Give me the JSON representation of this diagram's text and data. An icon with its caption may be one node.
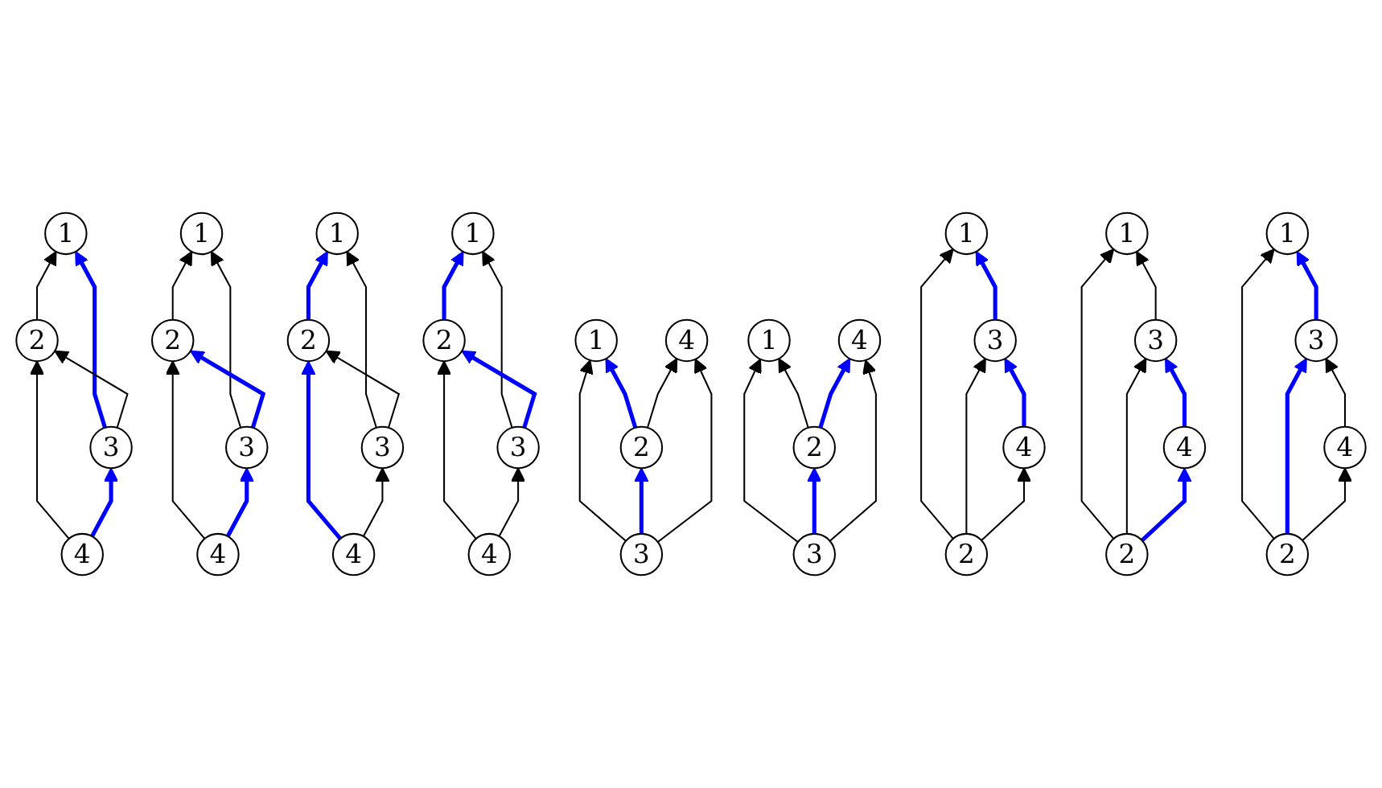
{
  "diagram": {
    "nodes": [
      {
        "text": [
          "1"
        ]
      },
      {
        "text": [
          "2"
        ]
      },
      {
        "text": [
          "3"
        ]
      },
      {
        "text": [
          "4"
        ]
      },
      {
        "text": [
          "1"
        ]
      },
      {
        "text": [
          "2"
        ]
      },
      {
        "text": [
          "3"
        ]
      },
      {
        "text": [
          "4"
        ]
      },
      {
        "text": [
          "1"
        ]
      },
      {
        "text": [
          "2"
        ]
      },
      {
        "text": [
          "3"
        ]
      },
      {
        "text": [
          "4"
        ]
      },
      {
        "text": [
          "1"
        ]
      },
      {
        "text": [
          "2"
        ]
      },
      {
        "text": [
          "3"
        ]
      },
      {
        "text": [
          "4"
        ]
      },
      {
        "text": [
          "1"
        ]
      },
      {
        "text": [
          "2"
        ]
      },
      {
        "text": [
          "3"
        ]
      },
      {
        "text": [
          "4"
        ]
      },
      {
        "text": [
          "1"
        ]
      },
      {
        "text": [
          "2"
        ]
      },
      {
        "text": [
          "3"
        ]
      },
      {
        "text": [
          "4"
        ]
      },
      {
        "text": [
          "1"
        ]
      },
      {
        "text": [
          "2"
        ]
      },
      {
        "text": [
          "3"
        ]
      },
      {
        "text": [
          "4"
        ]
      },
      {
        "text": [
          "1"
        ]
      },
      {
        "text": [
          "2"
        ]
      },
      {
        "text": [
          "3"
        ]
      },
      {
        "text": [
          "4"
        ]
      },
      {
        "text": [
          "1"
        ]
      },
      {
        "text": [
          "2"
        ]
      },
      {
        "text": [
          "3"
        ]
      },
      {
        "text": [
          "4"
        ]
      }
    ],
    "edges": [
      {
        "from": 1,
        "to": 0,
        "arrow": "to"
      },
      {
        "from": 2,
        "to": 0,
        "arrow": "to",
        "style": "thick",
        "color": "#0000ff"
      },
      {
        "from": 2,
        "to": 1,
        "arrow": "to"
      },
      {
        "from": 3,
        "to": 1,
        "arrow": "to"
      },
      {
        "from": 3,
        "to": 2,
        "arrow": "to",
        "style": "thick",
        "color": "#0000ff"
      },
      {
        "from": 5,
        "to": 4,
        "arrow": "to"
      },
      {
        "from": 6,
        "to": 4,
        "arrow": "to"
      },
      {
        "from": 6,
        "to": 5,
        "arrow": "to",
        "style": "thick",
        "color": "#0000ff"
      },
      {
        "from": 7,
        "to": 5,
        "arrow": "to"
      },
      {
        "from": 7,
        "to": 6,
        "arrow": "to",
        "style": "thick",
        "color": "#0000ff"
      },
      {
        "from": 9,
        "to": 8,
        "arrow": "to",
        "style": "thick",
        "color": "#0000ff"
      },
      {
        "from": 10,
        "to": 8,
        "arrow": "to"
      },
      {
        "from": 10,
        "to": 9,
        "arrow": "to"
      },
      {
        "from": 11,
        "to": 9,
        "arrow": "to",
        "style": "thick",
        "color": "#0000ff"
      },
      {
        "from": 11,
        "to": 10,
        "arrow": "to"
      },
      {
        "from": 13,
        "to": 12,
        "arrow": "to",
        "style": "thick",
        "color": "#0000ff"
      },
      {
        "from": 14,
        "to": 12,
        "arrow": "to"
      },
      {
        "from": 14,
        "to": 13,
        "arrow": "to",
        "style": "thick",
        "color": "#0000ff"
      },
      {
        "from": 15,
        "to": 13,
        "arrow": "to"
      },
      {
        "from": 15,
        "to": 14,
        "arrow": "to"
      },
      {
        "from": 17,
        "to": 16,
        "arrow": "to"
      },
      {
        "from": 18,
        "to": 16,
        "arrow": "to",
        "style": "thick",
        "color": "#0000ff"
      },
      {
        "from": 17,
        "to": 18,
        "arrow": "to"
      },
      {
        "from": 17,
        "to": 19,
        "arrow": "to"
      },
      {
        "from": 19,
        "to": 18,
        "arrow": "to",
        "style": "thick",
        "color": "#0000ff"
      },
      {
        "from": 21,
        "to": 20,
        "arrow": "to"
      },
      {
        "from": 22,
        "to": 20,
        "arrow": "to"
      },
      {
        "from": 21,
        "to": 22,
        "arrow": "to"
      },
      {
        "from": 21,
        "to": 23,
        "arrow": "to",
        "style": "thick",
        "color": "#0000ff"
      },
      {
        "from": 23,
        "to": 22,
        "arrow": "to",
        "style": "thick",
        "color": "#0000ff"
      },
      {
        "from": 25,
        "to": 24,
        "arrow": "to"
      },
      {
        "from": 26,
        "to": 24,
        "arrow": "to",
        "style": "thick",
        "color": "#0000ff"
      },
      {
        "from": 25,
        "to": 26,
        "arrow": "to",
        "style": "thick",
        "color": "#0000ff"
      },
      {
        "from": 25,
        "to": 27,
        "arrow": "to"
      },
      {
        "from": 27,
        "to": 26,
        "arrow": "to"
      },
      {
        "from": 29,
        "to": 28,
        "arrow": "to",
        "style": "thick",
        "color": "#0000ff"
      },
      {
        "from": 30,
        "to": 28,
        "arrow": "to"
      },
      {
        "from": 30,
        "to": 29,
        "arrow": "to",
        "style": "thick",
        "color": "#0000ff"
      },
      {
        "from": 29,
        "to": 31,
        "arrow": "to"
      },
      {
        "from": 30,
        "to": 31,
        "arrow": "to"
      },
      {
        "from": 33,
        "to": 32,
        "arrow": "to"
      },
      {
        "from": 34,
        "to": 32,
        "arrow": "to"
      },
      {
        "from": 34,
        "to": 33,
        "arrow": "to",
        "style": "thick",
        "color": "#0000ff"
      },
      {
        "from": 33,
        "to": 35,
        "arrow": "to",
        "style": "thick",
        "color": "#0000ff"
      },
      {
        "from": 34,
        "to": 35,
        "arrow": "to"
      }
    ]
  }
}
